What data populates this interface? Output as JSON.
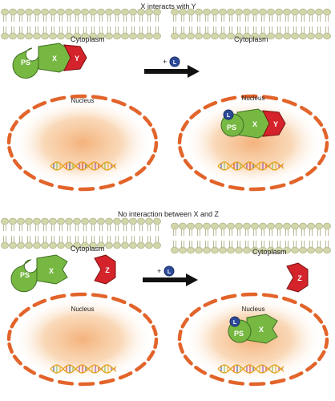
{
  "titles": {
    "top": "X interacts with Y",
    "bottom": "No interaction between X and Z"
  },
  "compartments": {
    "cytoplasm": "Cytoplasm",
    "nucleus": "Nucleus"
  },
  "proteins": {
    "ps": "PS",
    "x": "X",
    "y": "Y",
    "z": "Z",
    "ligand": "L"
  },
  "arrow_prefix": "+",
  "colors": {
    "membrane_head": "#d2d6a8",
    "membrane_tail": "#b9bb9a",
    "nucleus_border": "#e2642a",
    "nucleus_glow": "#f3b07a",
    "protein_green": "#77b843",
    "protein_red": "#d4232b",
    "ligand_blue": "#2d4a9a",
    "arrow": "#111111",
    "dna_strand": "#e6a21c"
  }
}
